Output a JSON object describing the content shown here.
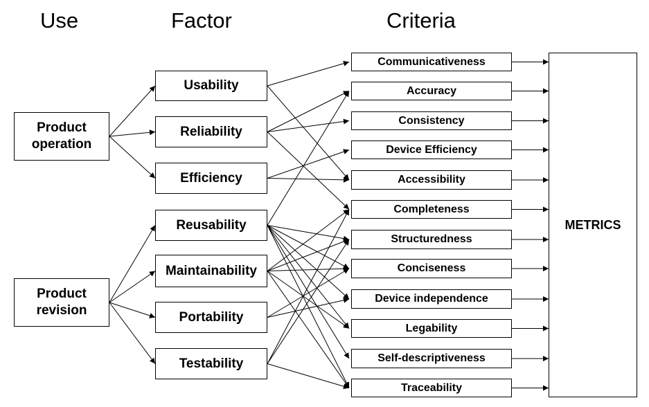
{
  "headings": {
    "use": "Use",
    "factor": "Factor",
    "criteria": "Criteria"
  },
  "uses": [
    {
      "id": "operation",
      "label": "Product\noperation"
    },
    {
      "id": "revision",
      "label": "Product\nrevision"
    }
  ],
  "factors": [
    {
      "id": "usability",
      "label": "Usability"
    },
    {
      "id": "reliability",
      "label": "Reliability"
    },
    {
      "id": "efficiency",
      "label": "Efficiency"
    },
    {
      "id": "reusability",
      "label": "Reusability"
    },
    {
      "id": "maintainability",
      "label": "Maintainability"
    },
    {
      "id": "portability",
      "label": "Portability"
    },
    {
      "id": "testability",
      "label": "Testability"
    }
  ],
  "criteria": [
    {
      "id": "communicativeness",
      "label": "Communicativeness"
    },
    {
      "id": "accuracy",
      "label": "Accuracy"
    },
    {
      "id": "consistency",
      "label": "Consistency"
    },
    {
      "id": "device_efficiency",
      "label": "Device Efficiency"
    },
    {
      "id": "accessibility",
      "label": "Accessibility"
    },
    {
      "id": "completeness",
      "label": "Completeness"
    },
    {
      "id": "structuredness",
      "label": "Structuredness"
    },
    {
      "id": "conciseness",
      "label": "Conciseness"
    },
    {
      "id": "device_independence",
      "label": "Device independence"
    },
    {
      "id": "legability",
      "label": "Legability"
    },
    {
      "id": "self_descriptiveness",
      "label": "Self-descriptiveness"
    },
    {
      "id": "traceability",
      "label": "Traceability"
    }
  ],
  "metrics": {
    "label": "METRICS"
  },
  "use_to_factor": [
    [
      "operation",
      "usability"
    ],
    [
      "operation",
      "reliability"
    ],
    [
      "operation",
      "efficiency"
    ],
    [
      "revision",
      "reusability"
    ],
    [
      "revision",
      "maintainability"
    ],
    [
      "revision",
      "portability"
    ],
    [
      "revision",
      "testability"
    ]
  ],
  "factor_to_criteria": [
    [
      "usability",
      "communicativeness"
    ],
    [
      "usability",
      "accessibility"
    ],
    [
      "reliability",
      "accuracy"
    ],
    [
      "reliability",
      "consistency"
    ],
    [
      "reliability",
      "completeness"
    ],
    [
      "efficiency",
      "device_efficiency"
    ],
    [
      "efficiency",
      "accessibility"
    ],
    [
      "reusability",
      "accuracy"
    ],
    [
      "reusability",
      "structuredness"
    ],
    [
      "reusability",
      "conciseness"
    ],
    [
      "reusability",
      "device_independence"
    ],
    [
      "reusability",
      "legability"
    ],
    [
      "reusability",
      "self_descriptiveness"
    ],
    [
      "reusability",
      "traceability"
    ],
    [
      "maintainability",
      "completeness"
    ],
    [
      "maintainability",
      "structuredness"
    ],
    [
      "maintainability",
      "conciseness"
    ],
    [
      "maintainability",
      "legability"
    ],
    [
      "maintainability",
      "traceability"
    ],
    [
      "portability",
      "conciseness"
    ],
    [
      "portability",
      "device_independence"
    ],
    [
      "testability",
      "completeness"
    ],
    [
      "testability",
      "structuredness"
    ],
    [
      "testability",
      "traceability"
    ]
  ]
}
